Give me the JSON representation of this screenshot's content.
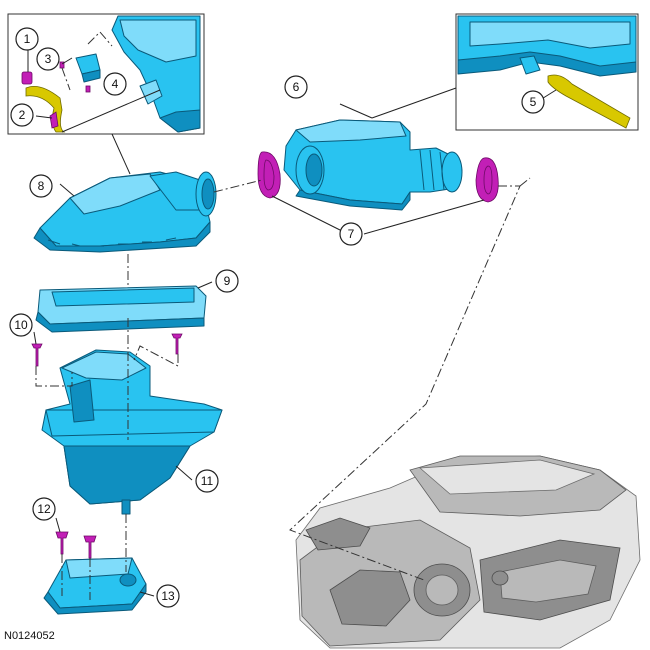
{
  "figure_id": "N0124052",
  "callouts": [
    "1",
    "2",
    "3",
    "4",
    "5",
    "6",
    "7",
    "8",
    "9",
    "10",
    "11",
    "12",
    "13"
  ]
}
